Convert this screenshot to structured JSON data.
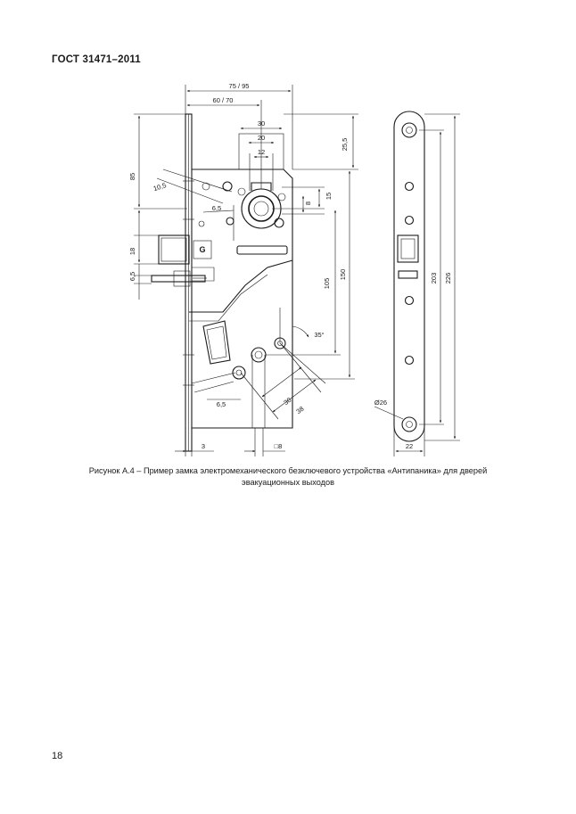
{
  "header": {
    "standard": "ГОСТ 31471–2011"
  },
  "figure": {
    "caption_line1": "Рисунок А.4 – Пример замка электромеханического безключевого устройства «Антипаника» для дверей",
    "caption_line2": "эвакуационных выходов",
    "dimensions": {
      "overall_width": "75 / 95",
      "backset": "60 / 70",
      "top_30": "30",
      "top_20": "20",
      "top_12": "12",
      "offset_25_5": "25,5",
      "side_85": "85",
      "hole_10_5": "10,5",
      "hole_6_5": "6,5",
      "dim_15": "15",
      "dim_8": "8",
      "dim_18": "18",
      "dim_6_5_left": "6,5",
      "dim_105": "105",
      "dim_150": "150",
      "angle_35": "35°",
      "bottom_30": "30",
      "bottom_38": "38",
      "bottom_6_5": "6,5",
      "bottom_3": "3",
      "square_8": "□8",
      "plate_203": "203",
      "plate_226": "226",
      "diameter_26": "Ø26",
      "plate_width_22": "22",
      "label_G": "G"
    }
  },
  "page": {
    "number": "18"
  }
}
